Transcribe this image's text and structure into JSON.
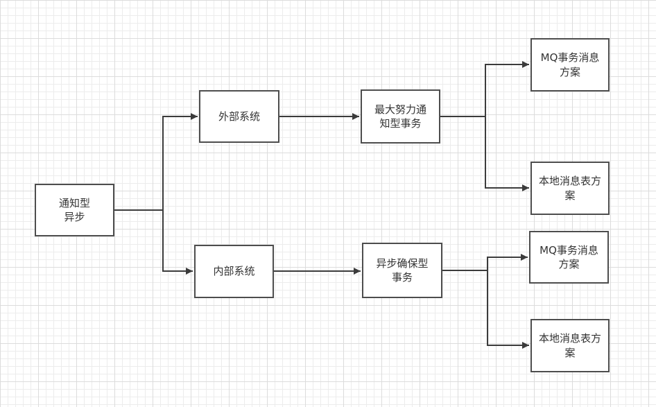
{
  "diagram": {
    "title": "notification-async-transaction-decision-flowchart",
    "colors": {
      "background": "#ffffff",
      "grid_minor": "#ececec",
      "grid_major": "#dcdcdc",
      "box_fill": "#ffffff",
      "box_border": "#4d4d4d",
      "connector": "#3b3b3b",
      "text": "#333333"
    },
    "nodes": {
      "root": {
        "label": "通知型\n异步"
      },
      "external": {
        "label": "外部系统"
      },
      "internal": {
        "label": "内部系统"
      },
      "best_effort": {
        "label": "最大努力通\n知型事务"
      },
      "async_ensure": {
        "label": "异步确保型\n事务"
      },
      "mq_top": {
        "label": "MQ事务消息\n方案"
      },
      "local_top": {
        "label": "本地消息表方\n案"
      },
      "mq_bottom": {
        "label": "MQ事务消息\n方案"
      },
      "local_bottom": {
        "label": "本地消息表方\n案"
      }
    },
    "edges": [
      {
        "from": "root",
        "to": "external"
      },
      {
        "from": "root",
        "to": "internal"
      },
      {
        "from": "external",
        "to": "best_effort"
      },
      {
        "from": "internal",
        "to": "async_ensure"
      },
      {
        "from": "best_effort",
        "to": "mq_top"
      },
      {
        "from": "best_effort",
        "to": "local_top"
      },
      {
        "from": "async_ensure",
        "to": "mq_bottom"
      },
      {
        "from": "async_ensure",
        "to": "local_bottom"
      }
    ]
  }
}
